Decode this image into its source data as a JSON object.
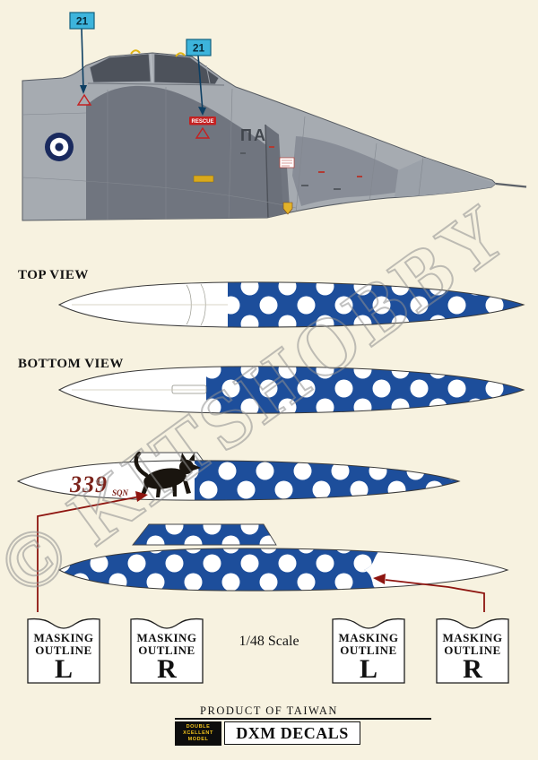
{
  "colors": {
    "background": "#f7f2e0",
    "polka_blue": "#1d4e9b",
    "arrow_red": "#8e1510",
    "callout_cyan": "#3db4dc",
    "watermark_gray": "#8f8f8f"
  },
  "callouts": {
    "canopy_rear": "21",
    "canopy_front": "21"
  },
  "aircraft": {
    "fuselage_code": "ΠΑ",
    "rescue_label": "RESCUE"
  },
  "views": {
    "top_label": "TOP VIEW",
    "bottom_label": "BOTTOM VIEW"
  },
  "squadron": {
    "number": "339",
    "suffix": "SQN"
  },
  "masking_boxes": [
    {
      "line1": "MASKING",
      "line2": "OUTLINE",
      "letter": "L"
    },
    {
      "line1": "MASKING",
      "line2": "OUTLINE",
      "letter": "R"
    },
    {
      "line1": "MASKING",
      "line2": "OUTLINE",
      "letter": "L"
    },
    {
      "line1": "MASKING",
      "line2": "OUTLINE",
      "letter": "R"
    }
  ],
  "scale_label": "1/48 Scale",
  "footer": {
    "product_of": "PRODUCT OF TAIWAN",
    "logo_words": [
      "DOUBLE",
      "XCELLENT",
      "MODEL"
    ],
    "brand": "DXM DECALS"
  },
  "watermark": {
    "text": "© KITSHOBBY"
  }
}
